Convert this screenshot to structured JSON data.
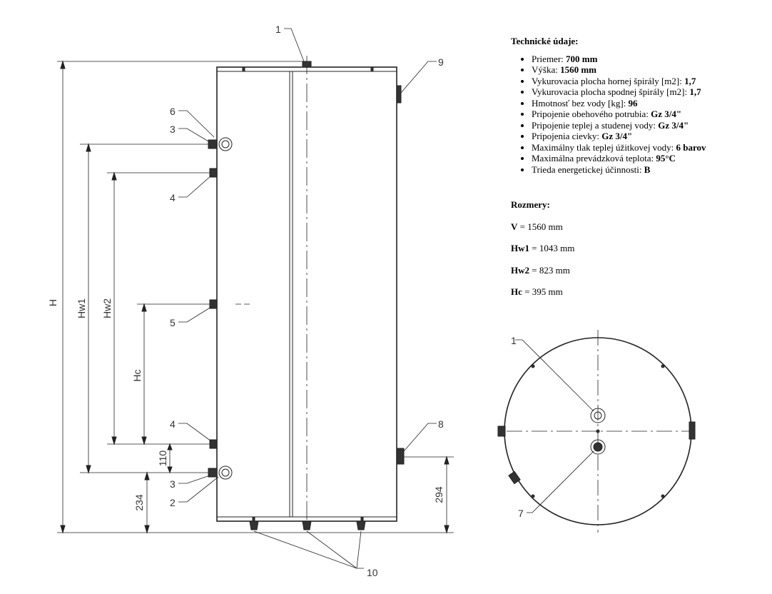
{
  "specs": {
    "title": "Technické údaje:",
    "items": [
      {
        "label": "Priemer:",
        "value": "700 mm"
      },
      {
        "label": "Výška:",
        "value": "1560 mm"
      },
      {
        "label": "Vykurovacia plocha hornej špirály [m2]:",
        "value": "1,7"
      },
      {
        "label": "Vykurovacia plocha spodnej špirály [m2]:",
        "value": "1,7"
      },
      {
        "label": "Hmotnosť bez vody [kg]:",
        "value": "96"
      },
      {
        "label": "Pripojenie obehového potrubia:",
        "value": "Gz 3/4\""
      },
      {
        "label": "Pripojenie teplej a studenej vody:",
        "value": "Gz 3/4\""
      },
      {
        "label": "Pripojenia cievky:",
        "value": "Gz 3/4\""
      },
      {
        "label": "Maximálny tlak teplej úžitkovej vody:",
        "value": "6 barov"
      },
      {
        "label": "Maximálna prevádzková teplota:",
        "value": "95°C"
      },
      {
        "label": "Trieda energetickej účinnosti:",
        "value": "B"
      }
    ]
  },
  "dimensions": {
    "title": "Rozmery:",
    "items": [
      {
        "name": "V",
        "value": "= 1560 mm"
      },
      {
        "name": "Hw1",
        "value": "= 1043 mm"
      },
      {
        "name": "Hw2",
        "value": "= 823 mm"
      },
      {
        "name": "Hc",
        "value": "= 395 mm"
      }
    ]
  },
  "drawing": {
    "side_labels": {
      "H": "H",
      "Hw1": "Hw1",
      "Hw2": "Hw2",
      "Hc": "Hc",
      "d110": "110",
      "d234": "234",
      "d294": "294",
      "n1": "1",
      "n2": "2",
      "n3a": "3",
      "n3b": "3",
      "n4a": "4",
      "n4b": "4",
      "n5": "5",
      "n6": "6",
      "n8": "8",
      "n9": "9",
      "n10": "10"
    },
    "top_labels": {
      "n1": "1",
      "n7": "7"
    }
  }
}
